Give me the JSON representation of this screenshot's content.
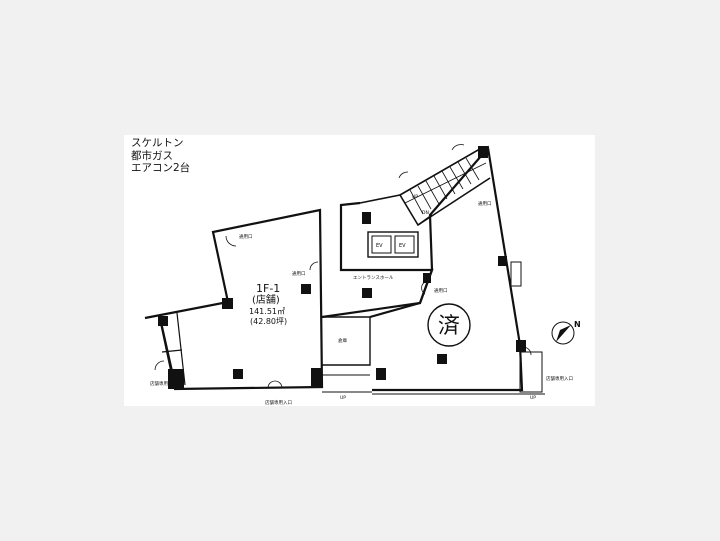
{
  "notes": [
    "スケルトン",
    "都市ガス",
    "エアコン2台"
  ],
  "unit": {
    "name": "1F-1",
    "type": "(店舗)",
    "area_m2": "141.51㎡",
    "area_tsubo": "(42.80坪)"
  },
  "labels": {
    "service_door_top": "通用口",
    "service_door_right": "通用口",
    "service_door_mid": "通用口",
    "service_door_east": "通用口",
    "shop_entrance_left": "店舗専用入口",
    "shop_entrance_bottom": "店舗専用入口",
    "shop_entrance_right": "店舗専用入口",
    "entrance_hall": "エントランスホール",
    "storage": "倉庫",
    "ev1": "EV",
    "ev2": "EV",
    "up_left": "UP",
    "up_right": "UP",
    "up_stairs": "UP",
    "dn_stairs": "DN",
    "occupied_stamp": "済",
    "compass_north": "N"
  }
}
